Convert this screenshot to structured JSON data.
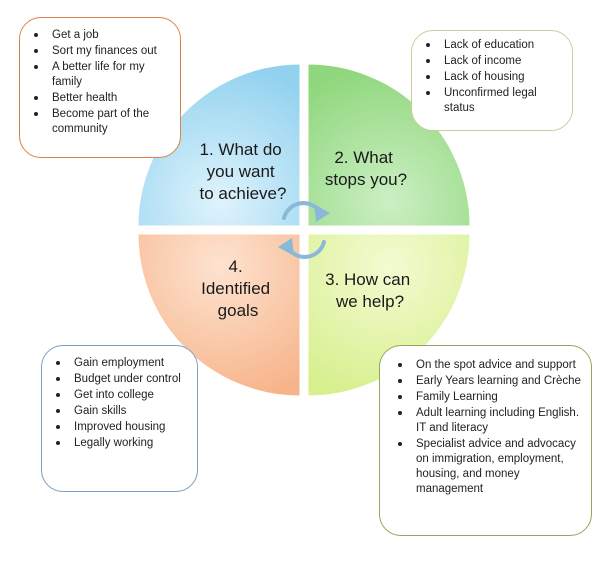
{
  "diagram": {
    "quadrants": [
      {
        "id": "achieve",
        "label_lines": [
          "1. What do",
          "you want",
          "to achieve?"
        ],
        "color_light": "#dff3fc",
        "color_dark": "#92d2ef"
      },
      {
        "id": "stops",
        "label_lines": [
          "2. What",
          "stops you?"
        ],
        "color_light": "#ccefc4",
        "color_dark": "#8fd77c"
      },
      {
        "id": "help",
        "label_lines": [
          "3. How can",
          "we help?"
        ],
        "color_light": "#f3fbd2",
        "color_dark": "#d7ef8d"
      },
      {
        "id": "goals",
        "label_lines": [
          "4.",
          "Identified",
          "goals"
        ],
        "color_light": "#fde3d0",
        "color_dark": "#f7b48a"
      }
    ],
    "boxes": {
      "achieve": {
        "border_color": "#d9834a",
        "items": [
          "Get a job",
          "Sort my finances out",
          "A better life for my family",
          "Better health",
          "Become part of the community"
        ]
      },
      "stops": {
        "border_color": "#c9cf9a",
        "items": [
          "Lack of education",
          "Lack of income",
          "Lack of housing",
          "Unconfirmed legal status"
        ]
      },
      "goals": {
        "border_color": "#7e9ec2",
        "items": [
          "Gain employment",
          "Budget under control",
          "Get into college",
          "Gain skills",
          "Improved housing",
          "Legally working"
        ]
      },
      "help": {
        "border_color": "#8fa85a",
        "items": [
          "On the spot advice and support",
          "Early Years learning  and Crèche",
          "Family Learning",
          "Adult learning including English.  IT and literacy",
          "Specialist advice and advocacy on immigration, employment, housing, and money management"
        ]
      }
    },
    "cycle_icon": "circular-arrows-icon",
    "arrow_color": "#8ab8d8"
  }
}
